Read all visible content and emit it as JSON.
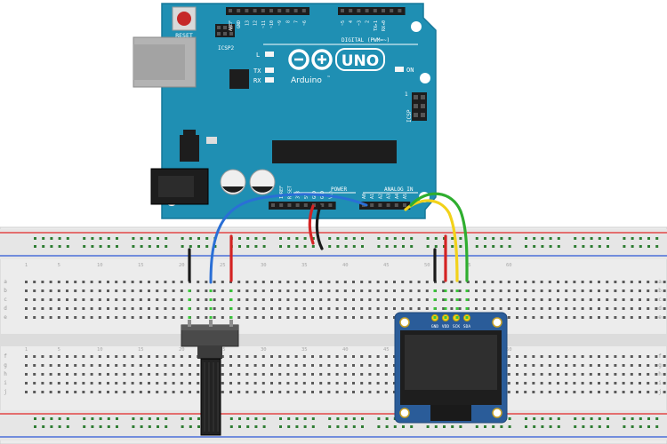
{
  "arduino": {
    "reset_label": "RESET",
    "icsp2_label": "ICSP2",
    "icsp_label": "ICSP",
    "icsp_pin1": "1",
    "led_l": "L",
    "led_tx": "TX",
    "led_rx": "RX",
    "led_on": "ON",
    "model_label": "UNO",
    "brand_label": "Arduino",
    "trademark": "™",
    "digital_label": "DIGITAL (PWM=~)",
    "power_label": "POWER",
    "analog_label": "ANALOG IN",
    "top_pins": [
      "AREF",
      "GND",
      "13",
      "12",
      "~11",
      "~10",
      "~9",
      "8",
      "7",
      "~6",
      "~5",
      "4",
      "~3",
      "2",
      "TX▸1",
      "RX◂0"
    ],
    "power_pins": [
      "IOREF",
      "RESET",
      "3V3",
      "5V",
      "GND",
      "GND",
      "Vin"
    ],
    "analog_pins": [
      "A0",
      "A1",
      "A2",
      "A3",
      "A4",
      "A5"
    ]
  },
  "oled": {
    "pin_labels": [
      "GND",
      "VDD",
      "SCK",
      "SDA"
    ]
  },
  "breadboard": {
    "row_letters_top": [
      "a",
      "b",
      "c",
      "d",
      "e"
    ],
    "row_letters_bottom": [
      "f",
      "g",
      "h",
      "i",
      "j"
    ],
    "column_numbers": [
      "1",
      "5",
      "10",
      "15",
      "20",
      "25",
      "30",
      "35",
      "40",
      "45",
      "50",
      "55",
      "60"
    ]
  },
  "colors": {
    "board": "#1f8fb3",
    "board_dark": "#136f8e",
    "wire_blue": "#2a6fd6",
    "wire_red": "#d42323",
    "wire_black": "#1a1a1a",
    "wire_yellow": "#f2d21a",
    "wire_green": "#2fae2f",
    "oled_pcb": "#2a5c99",
    "rail_red": "#e24646",
    "rail_blue": "#4a6fd8"
  }
}
